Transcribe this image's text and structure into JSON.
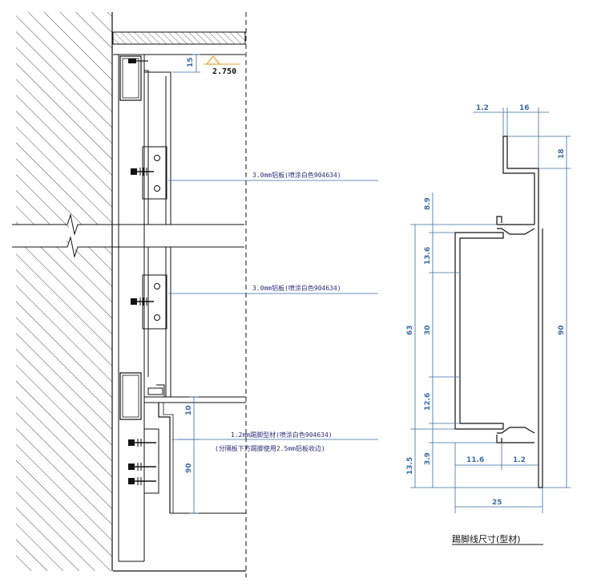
{
  "elevation": {
    "value": "2.750"
  },
  "callouts": [
    {
      "text": "3.0mm铝板(喷涂白色904634)"
    },
    {
      "text": "3.0mm铝板(喷涂白色904634)"
    },
    {
      "text": "1.2mm踢脚型材(喷涂白色904634)"
    },
    {
      "text": "(分隔板下方踢脚使用2.5mm铝板收边)"
    }
  ],
  "section_dims": {
    "top_gap": "15",
    "skirting_top": "10",
    "skirting_height": "90"
  },
  "profile_dims": {
    "top_thk": "1.2",
    "top_width": "16",
    "top_lip": "18",
    "gap_top": "8.9",
    "upper": "13.6",
    "middle": "30",
    "lower": "12.6",
    "gap_bottom": "3.9",
    "overall_left": "63",
    "bottom_offset": "13.5",
    "foot": "11.6",
    "foot_thk": "1.2",
    "overall_right": "90",
    "width": "25"
  },
  "caption": {
    "text": "踢脚线尺寸(型材)"
  },
  "colors": {
    "dimension": "#3a6ea5",
    "elevation_marker": "#e8a030",
    "linework": "#111111"
  }
}
